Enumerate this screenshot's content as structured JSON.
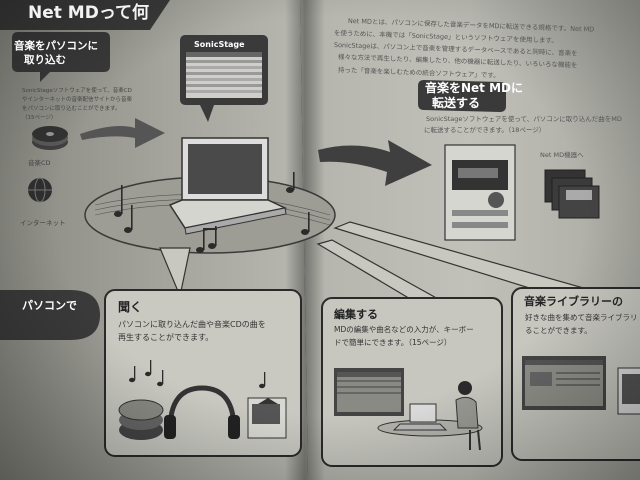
{
  "page_header": "Net MDって何",
  "body_lines": [
    "Net MDとは、パソコンに保存した音楽データをMDに転送できる規格です。Net MD",
    "を使うために、本機では「SonicStage」というソフトウェアを使用します。",
    "SonicStageは、パソコン上で音楽を管理するデータベースであると同時に、音楽を",
    "様々な方法で再生したり、編集したり、他の機器に転送したり、いろいろな機能を",
    "持った「音楽を楽しむための統合ソフトウェア」です。"
  ],
  "bubble_import": {
    "line1": "音楽をパソコンに",
    "line2": "取り込む"
  },
  "import_desc": [
    "SonicStageソフトウェアを使って、音楽CD",
    "やインターネットの音楽配信サイトから音楽",
    "をパソコンに取り込むことができます。",
    "（15ページ）"
  ],
  "source_cd": "音楽CD",
  "source_internet": "インターネット",
  "sonicstage_label": "SonicStage",
  "bubble_transfer": {
    "line1": "音楽をNet MDに",
    "line2": "転送する"
  },
  "transfer_desc": [
    "SonicStageソフトウェアを使って、パソコンに取り込んだ曲をMD",
    "に転送することができます。（18ページ）"
  ],
  "netmd_device_label": "Net MD機器へ",
  "pc_label": "パソコンで",
  "panel_listen": {
    "title": "聞く",
    "line1": "パソコンに取り込んだ曲や音楽CDの曲を",
    "line2": "再生することができます。"
  },
  "panel_edit": {
    "title": "編集する",
    "line1": "MDの編集や曲名などの入力が、キーボー",
    "line2": "ドで簡単にできます。（15ページ）"
  },
  "panel_library": {
    "title": "音楽ライブラリーの",
    "line1": "好きな曲を集めて音楽ライブラリ",
    "line2": "ることができます。"
  }
}
